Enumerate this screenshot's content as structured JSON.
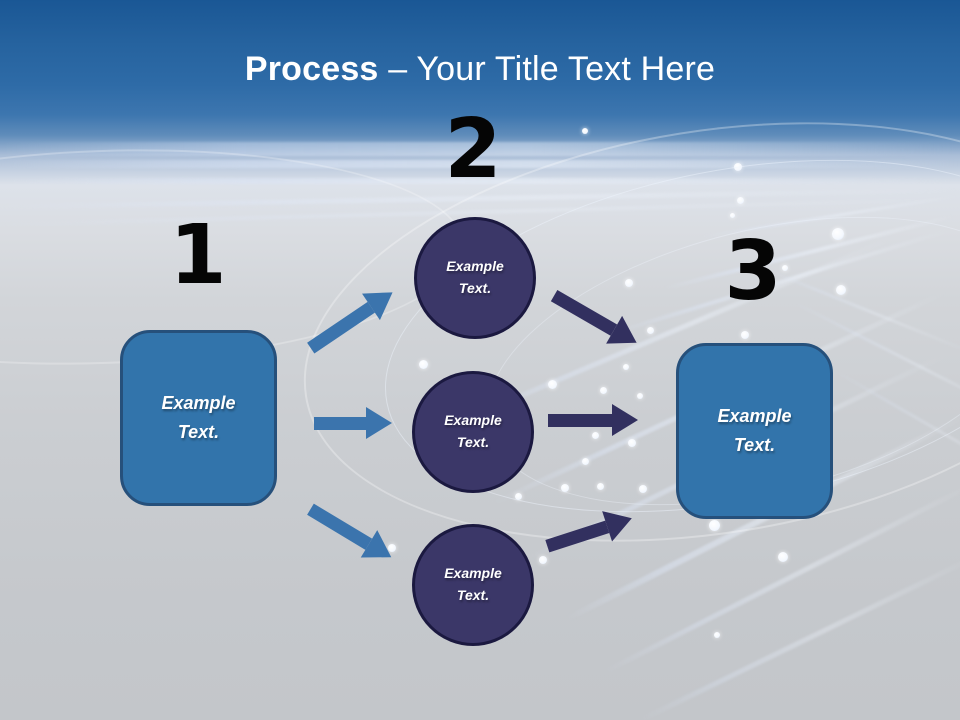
{
  "slide": {
    "title": {
      "bold": "Process",
      "rest": "– Your Title Text Here"
    },
    "steps": [
      {
        "number": "1"
      },
      {
        "number": "2"
      },
      {
        "number": "3"
      }
    ],
    "left_box": {
      "label": "Example Text."
    },
    "circles": [
      {
        "label": "Example Text."
      },
      {
        "label": "Example Text."
      },
      {
        "label": "Example Text."
      }
    ],
    "right_box": {
      "label": "Example Text."
    },
    "colors": {
      "header_blue": "#2e6ba7",
      "box_fill": "#3274ab",
      "box_border": "#26507b",
      "circle_fill": "#3b3768",
      "circle_border": "#1b1940",
      "arrow_left": "#3b74ad",
      "arrow_right": "#32305f",
      "number_color": "#050505",
      "title_color": "#ffffff"
    }
  }
}
